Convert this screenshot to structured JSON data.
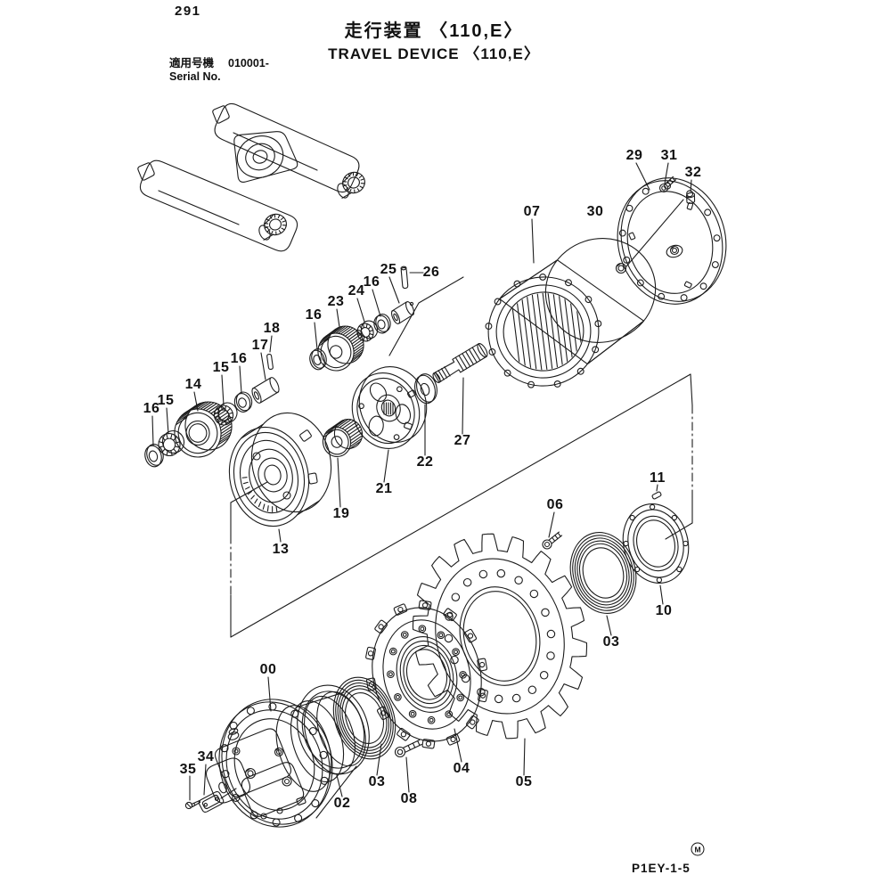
{
  "page": {
    "number": "291",
    "mark_m": "M",
    "drawing_code": "P1EY-1-5"
  },
  "header": {
    "title_jp": "走行装置 〈110,E〉",
    "title_en": "TRAVEL DEVICE 〈110,E〉",
    "applicable_label_jp": "適用号機",
    "applicable_serial": "010001-",
    "applicable_label_en": "Serial No."
  },
  "diagram": {
    "type": "exploded-parts-view",
    "assembly": "travel device final drive",
    "callouts": [
      {
        "label": "29"
      },
      {
        "label": "31"
      },
      {
        "label": "32"
      },
      {
        "label": "07"
      },
      {
        "label": "30"
      },
      {
        "label": "25"
      },
      {
        "label": "26"
      },
      {
        "label": "16"
      },
      {
        "label": "24"
      },
      {
        "label": "23"
      },
      {
        "label": "16"
      },
      {
        "label": "18"
      },
      {
        "label": "17"
      },
      {
        "label": "16"
      },
      {
        "label": "15"
      },
      {
        "label": "14"
      },
      {
        "label": "15"
      },
      {
        "label": "16"
      },
      {
        "label": "27"
      },
      {
        "label": "22"
      },
      {
        "label": "21"
      },
      {
        "label": "19"
      },
      {
        "label": "13"
      },
      {
        "label": "11"
      },
      {
        "label": "06"
      },
      {
        "label": "10"
      },
      {
        "label": "03"
      },
      {
        "label": "00"
      },
      {
        "label": "34"
      },
      {
        "label": "35"
      },
      {
        "label": "02"
      },
      {
        "label": "03"
      },
      {
        "label": "08"
      },
      {
        "label": "04"
      },
      {
        "label": "05"
      }
    ]
  }
}
